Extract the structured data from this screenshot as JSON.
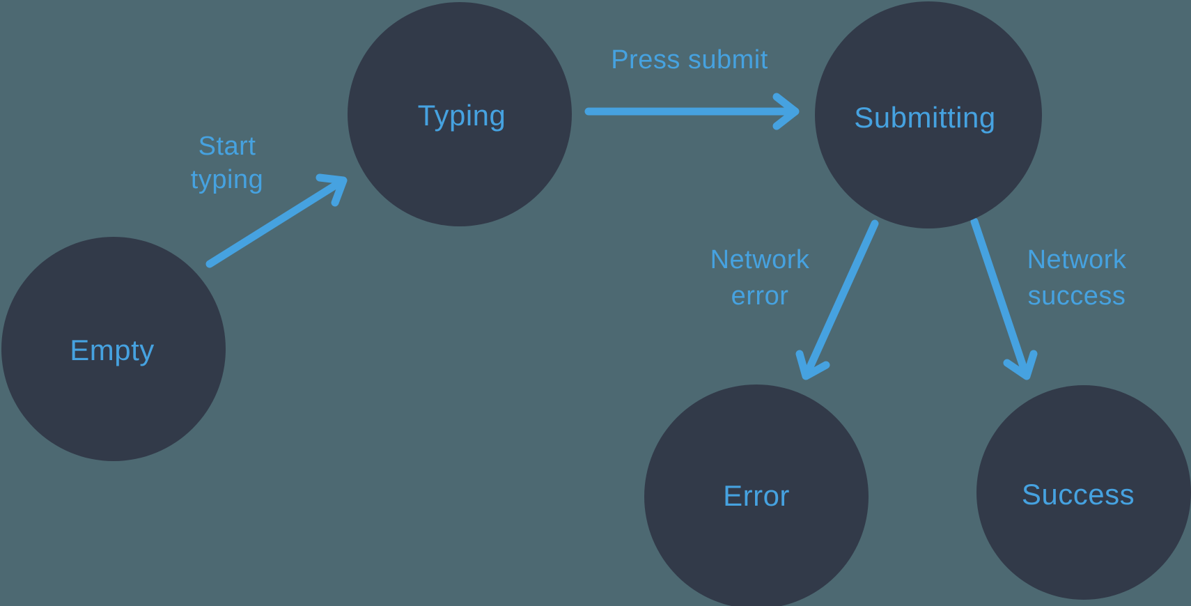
{
  "colors": {
    "background": "#4d6972",
    "node_fill": "#323a49",
    "accent": "#46a2e0"
  },
  "diagram": {
    "nodes": [
      {
        "id": "empty",
        "label": "Empty"
      },
      {
        "id": "typing",
        "label": "Typing"
      },
      {
        "id": "submitting",
        "label": "Submitting"
      },
      {
        "id": "error",
        "label": "Error"
      },
      {
        "id": "success",
        "label": "Success"
      }
    ],
    "edges": [
      {
        "from": "empty",
        "to": "typing",
        "label": "Start typing",
        "label_lines": [
          "Start",
          "typing"
        ]
      },
      {
        "from": "typing",
        "to": "submitting",
        "label": "Press submit",
        "label_lines": [
          "Press submit"
        ]
      },
      {
        "from": "submitting",
        "to": "error",
        "label": "Network error",
        "label_lines": [
          "Network",
          "error"
        ]
      },
      {
        "from": "submitting",
        "to": "success",
        "label": "Network success",
        "label_lines": [
          "Network",
          "success"
        ]
      }
    ]
  }
}
